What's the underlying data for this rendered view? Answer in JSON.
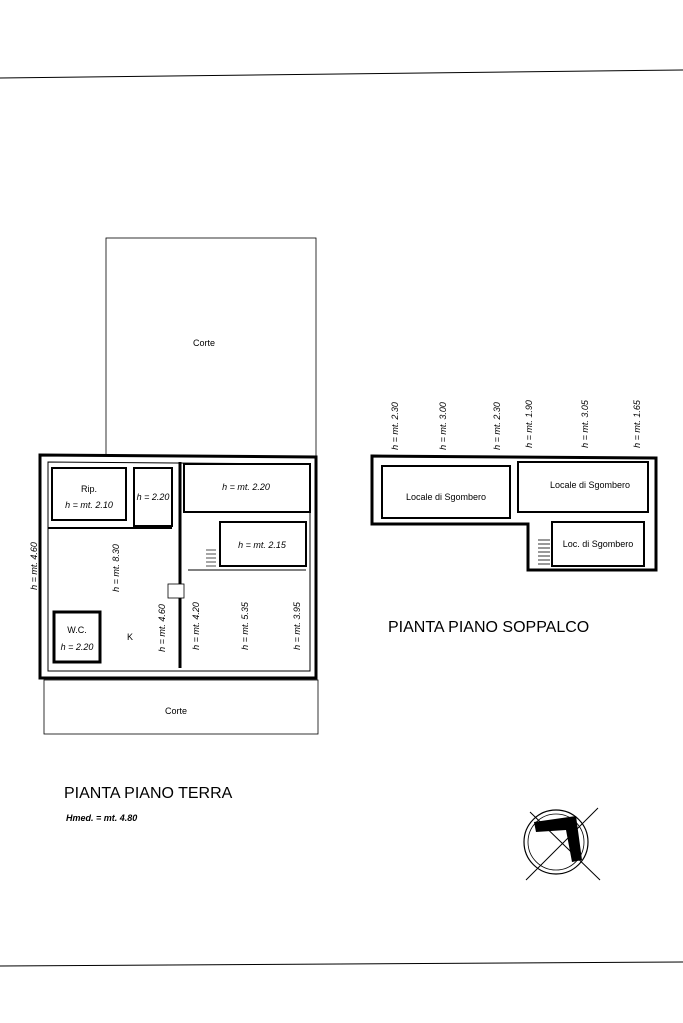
{
  "ground_floor": {
    "title": "PIANTA PIANO TERRA",
    "hmed": "Hmed. = mt. 4.80",
    "courtyard_top": "Corte",
    "courtyard_bottom": "Corte",
    "rip_label": "Rip.",
    "rip_height": "h = mt. 2.10",
    "corridor_height": "h = 2.20",
    "room_top_right_height": "h = mt. 2.20",
    "room_mid_right_height": "h = mt. 2.15",
    "wc_label": "W.C.",
    "wc_height": "h = 2.20",
    "kitchen_label": "K",
    "v_heights": [
      "h = mt. 4.60",
      "h = mt. 8.30",
      "h = mt. 4.60",
      "h = mt. 4.20",
      "h = mt. 5.35",
      "h = mt. 3.95"
    ]
  },
  "mezzanine": {
    "title": "PIANTA PIANO SOPPALCO",
    "room_left": "Locale di Sgombero",
    "room_right": "Locale di Sgombero",
    "room_small": "Loc. di Sgombero",
    "v_heights": [
      "h = mt. 2.30",
      "h = mt. 3.00",
      "h = mt. 2.30",
      "h = mt. 1.90",
      "h = mt. 3.05",
      "h = mt. 1.65"
    ]
  },
  "compass": {
    "icon": "north-arrow-icon"
  }
}
